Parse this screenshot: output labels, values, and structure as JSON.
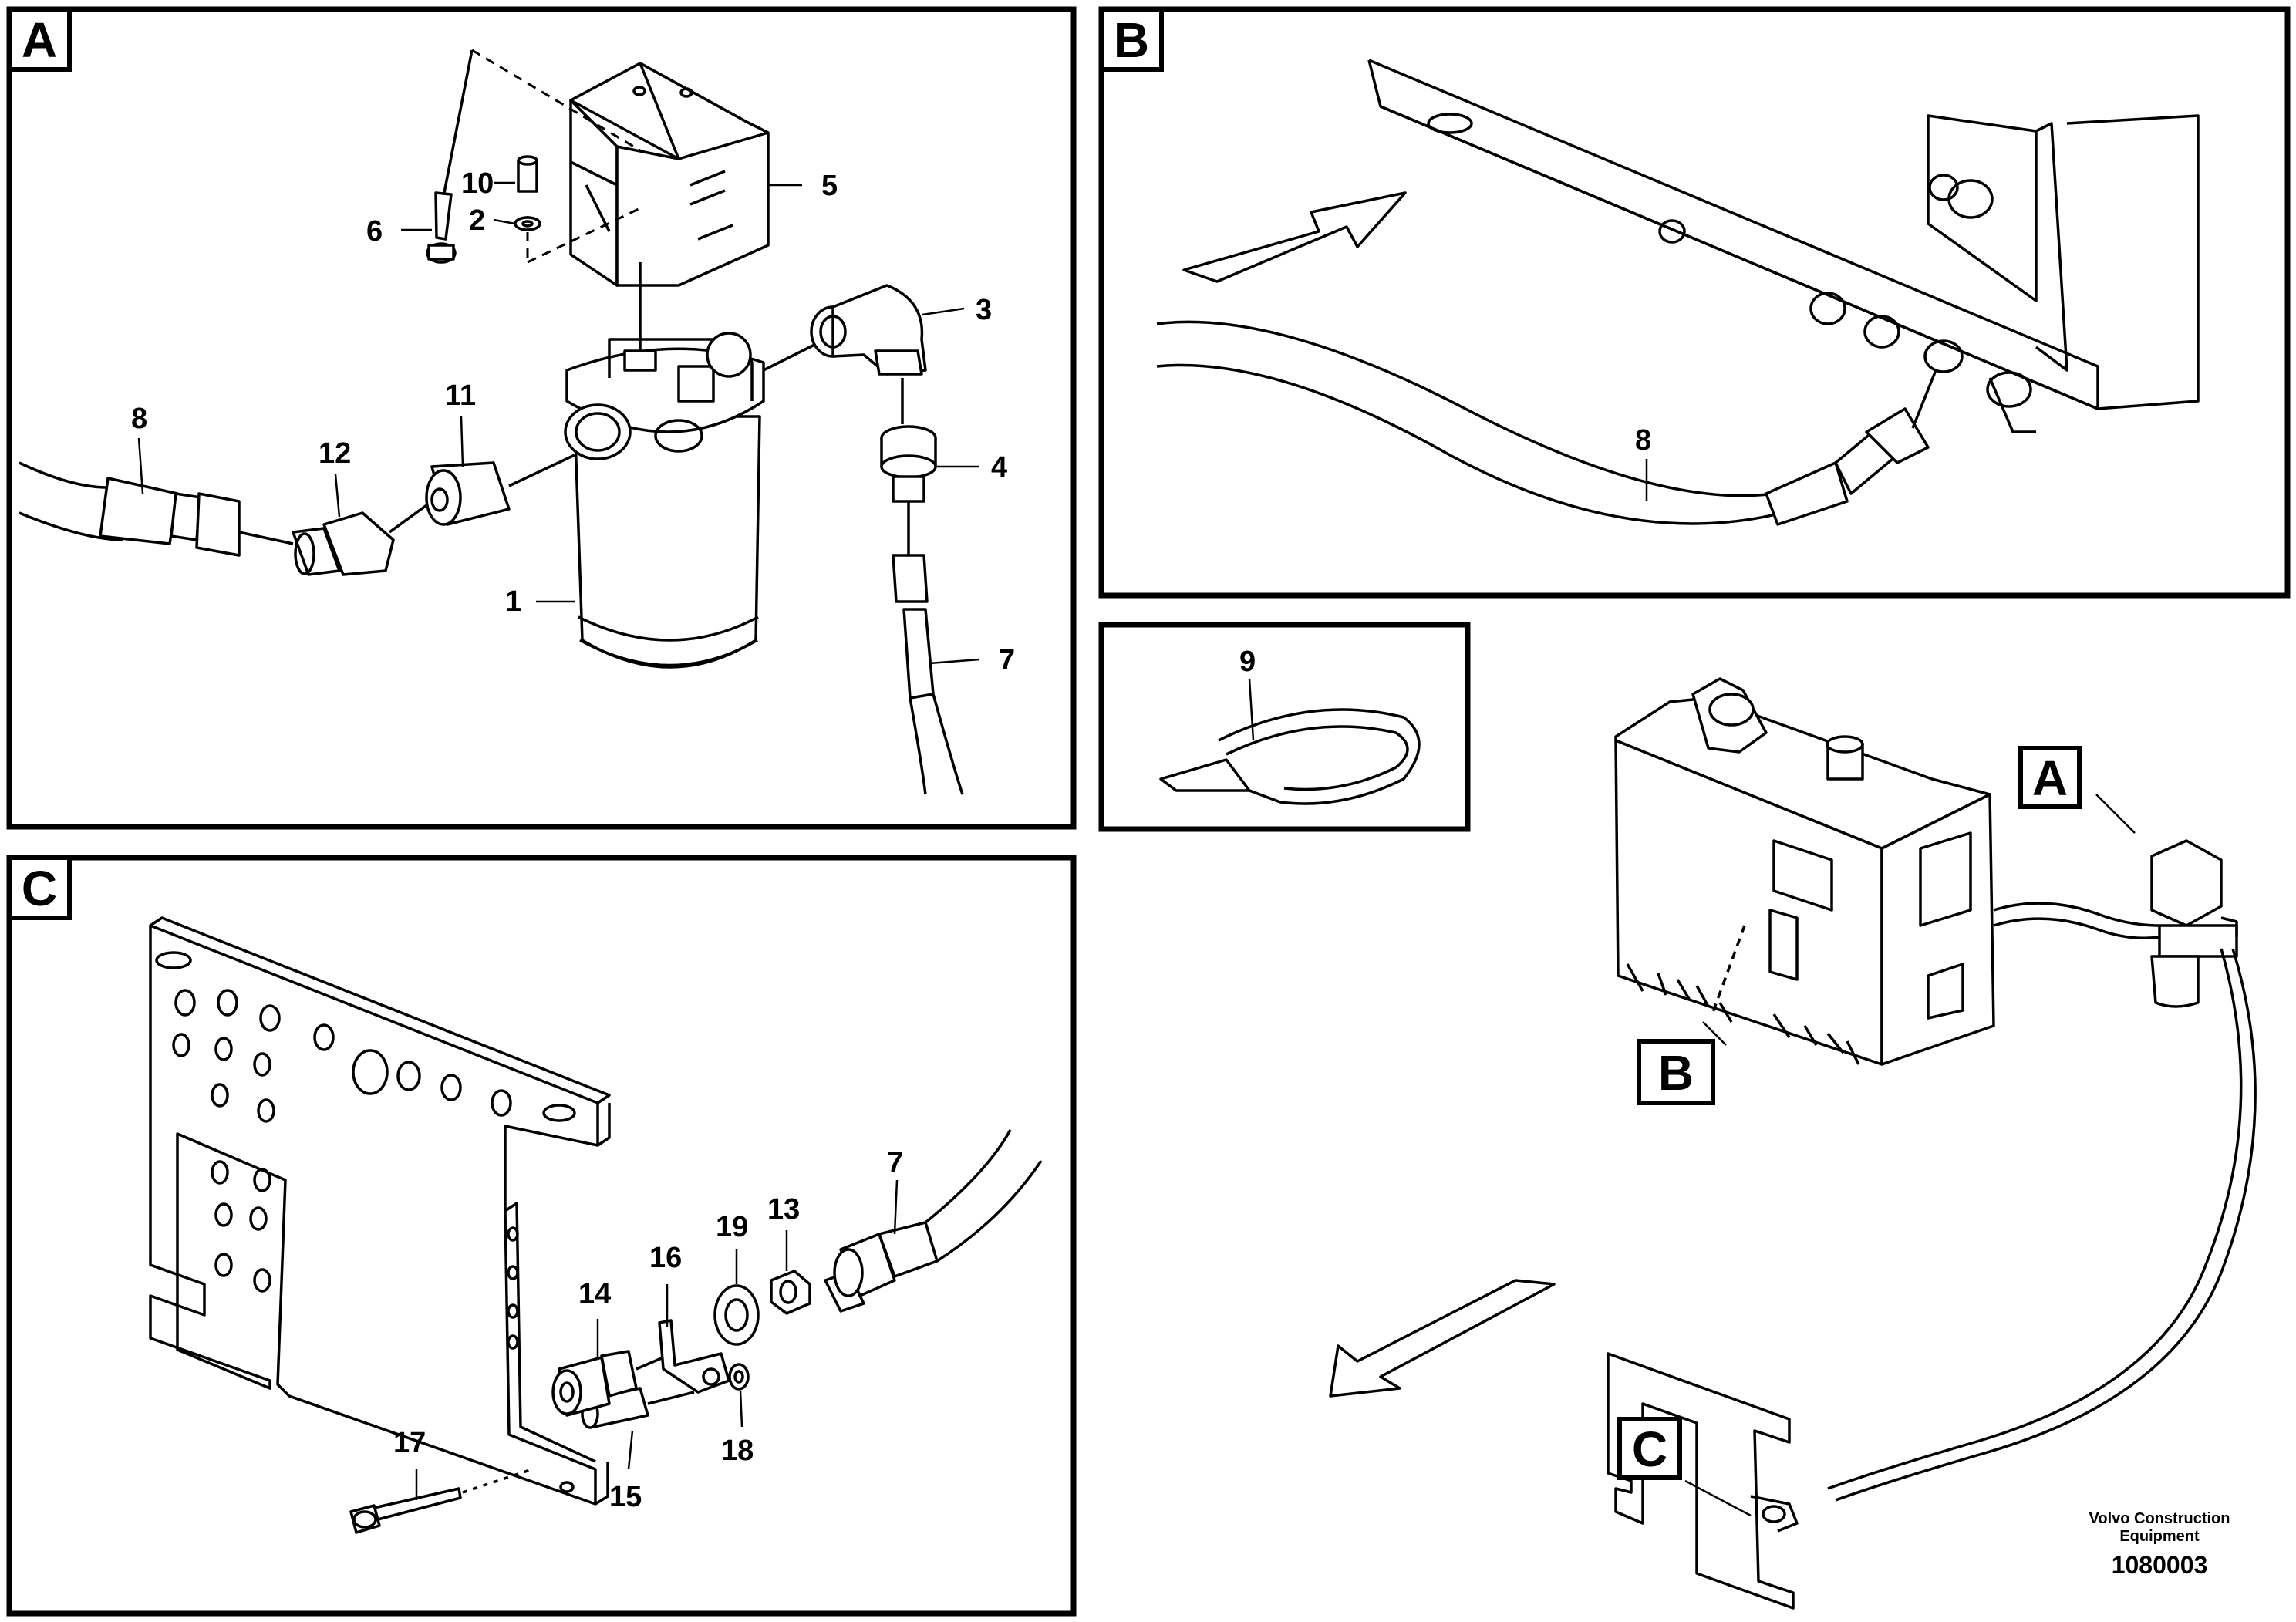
{
  "panels": {
    "a": {
      "letter": "A"
    },
    "b": {
      "letter": "B"
    },
    "c": {
      "letter": "C"
    }
  },
  "overview_tags": {
    "a": "A",
    "b": "B",
    "c": "C"
  },
  "callouts": {
    "a": {
      "p1": "1",
      "p2": "2",
      "p3": "3",
      "p4": "4",
      "p5": "5",
      "p6": "6",
      "p7": "7",
      "p8": "8",
      "p10": "10",
      "p11": "11",
      "p12": "12"
    },
    "b": {
      "p8": "8"
    },
    "tie": {
      "p9": "9"
    },
    "c": {
      "p7": "7",
      "p13": "13",
      "p14": "14",
      "p15": "15",
      "p16": "16",
      "p17": "17",
      "p18": "18",
      "p19": "19"
    }
  },
  "footer": {
    "brand_line1": "Volvo Construction",
    "brand_line2": "Equipment",
    "drawing_number": "1080003"
  },
  "colors": {
    "line": "#000000",
    "background": "#ffffff"
  }
}
